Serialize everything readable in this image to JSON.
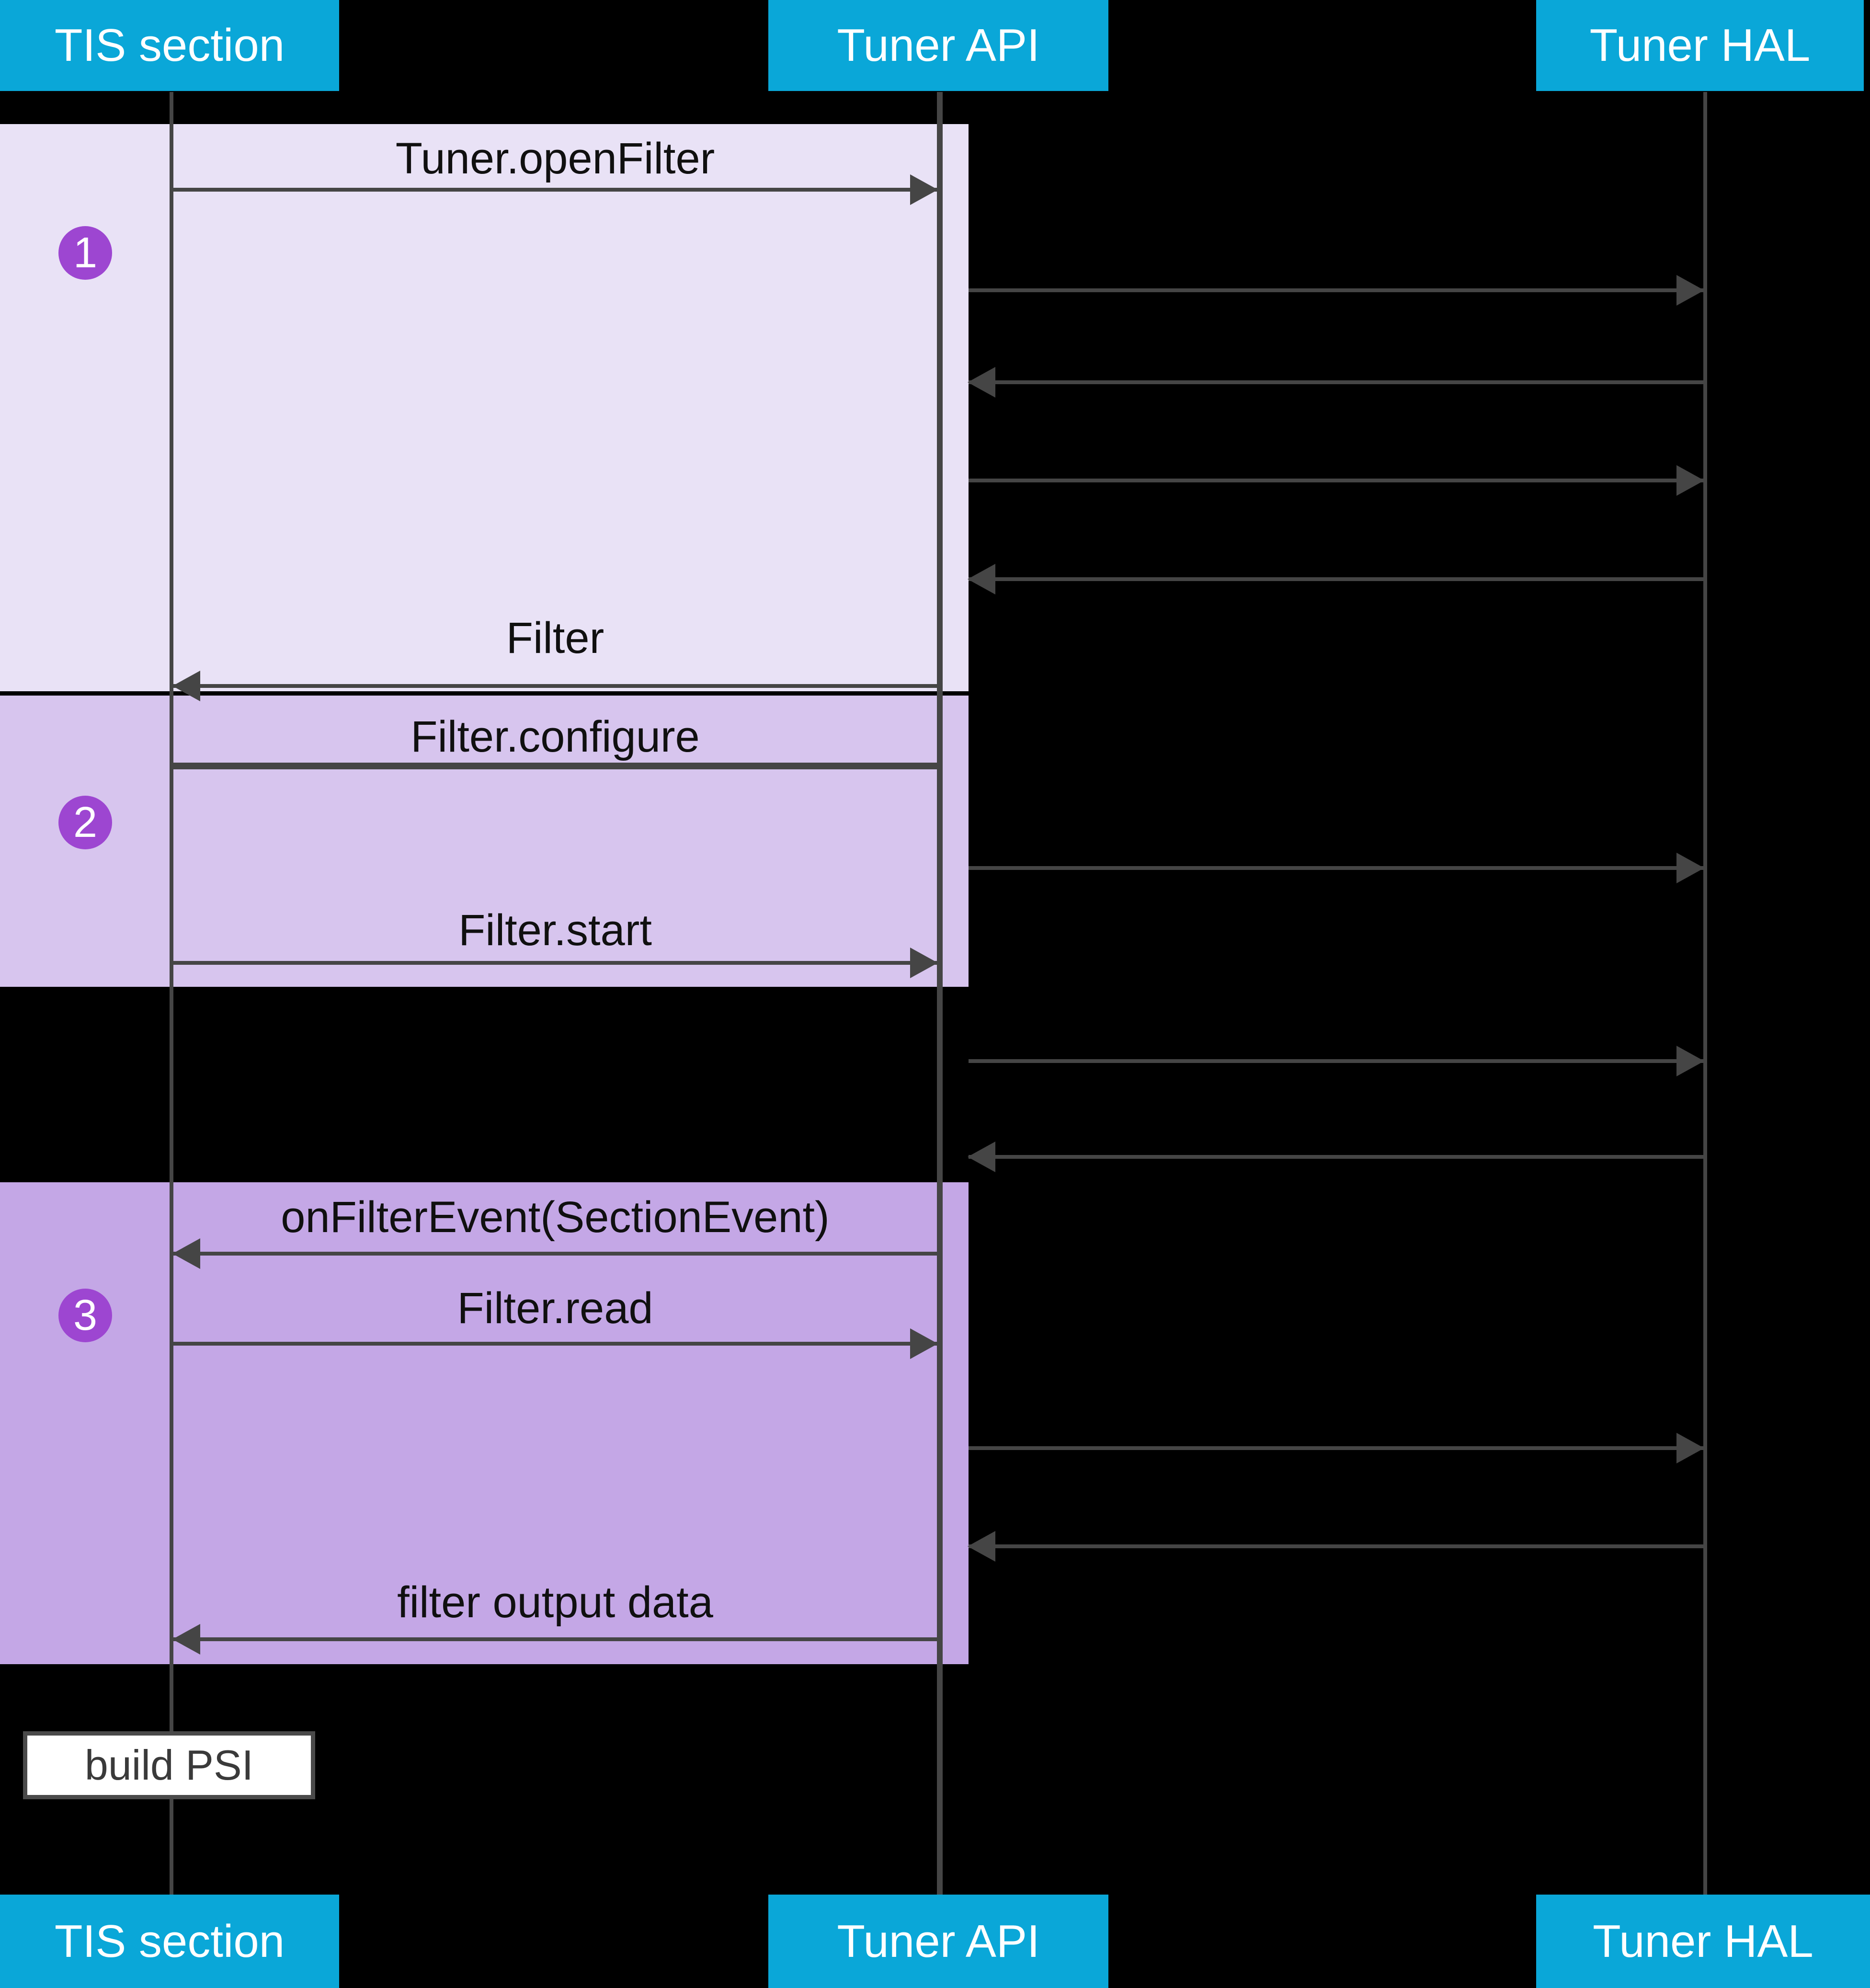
{
  "actors": {
    "tis": "TIS section",
    "api": "Tuner API",
    "hal": "Tuner HAL"
  },
  "steps": [
    {
      "badge": "1"
    },
    {
      "badge": "2"
    },
    {
      "badge": "3"
    }
  ],
  "messages": {
    "open_filter": "Tuner.openFilter",
    "filter_return": "Filter",
    "configure": "Filter.configure",
    "start": "Filter.start",
    "on_filter_event": "onFilterEvent(SectionEvent)",
    "read": "Filter.read",
    "output": "filter output data"
  },
  "note": {
    "label": "build PSI"
  },
  "colors": {
    "header_bg": "#0aa7d8",
    "header_text": "#ffffff",
    "band1": "#e9e2f6",
    "band2": "#d7c5ee",
    "band3": "#c4a7e6",
    "badge": "#9d46d1",
    "line": "#454545",
    "label_text": "#101010",
    "background": "#000000",
    "note_bg": "#ffffff",
    "note_border": "#4a4a4a",
    "note_text": "#3a3a3a"
  }
}
